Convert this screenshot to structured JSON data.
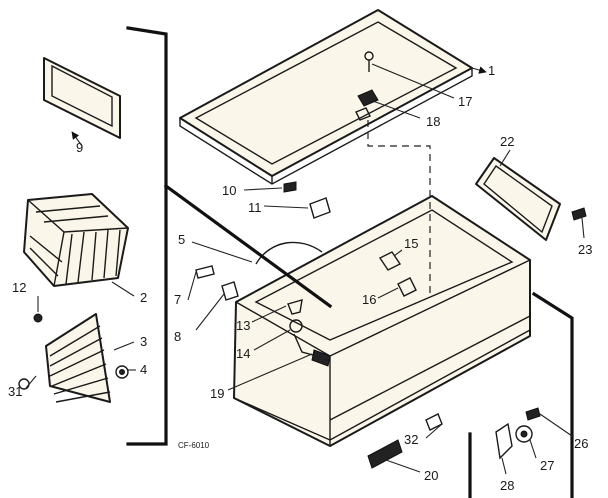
{
  "diagram_code": "CF-6010",
  "labels": {
    "p1": "1",
    "p2": "2",
    "p3": "3",
    "p4": "4",
    "p5": "5",
    "p7": "7",
    "p8": "8",
    "p9": "9",
    "p10": "10",
    "p11": "11",
    "p12": "12",
    "p13": "13",
    "p14": "14",
    "p15": "15",
    "p16": "16",
    "p17": "17",
    "p18": "18",
    "p19": "19",
    "p20": "20",
    "p22": "22",
    "p23": "23",
    "p26": "26",
    "p27": "27",
    "p28": "28",
    "p31": "31",
    "p32": "32"
  },
  "colors": {
    "line": "#1a1a1a",
    "paper": "#ffffff",
    "part_fill": "#fbf6ea"
  }
}
